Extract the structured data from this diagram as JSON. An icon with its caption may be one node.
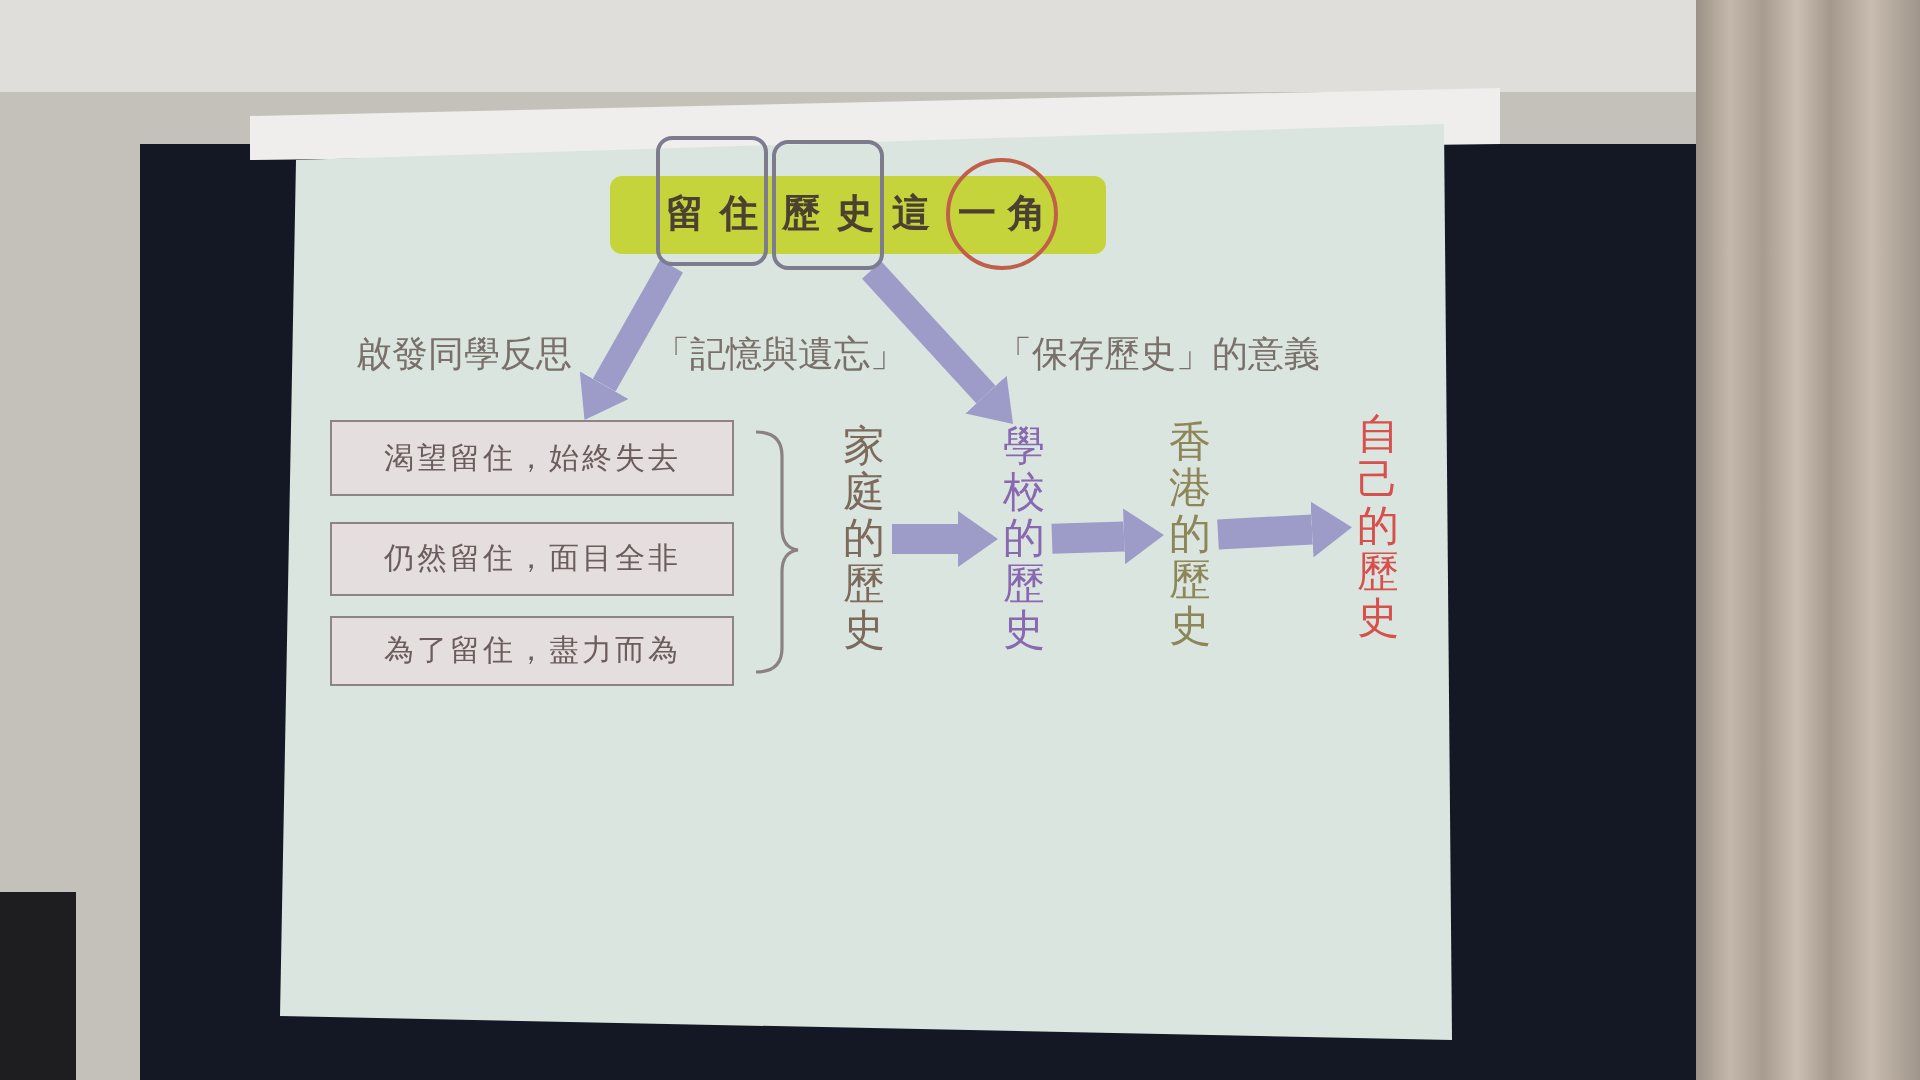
{
  "diagram": {
    "nodes": [
      {
        "text": [
          "這"
        ]
      },
      {
        "text": [
          "留住"
        ]
      },
      {
        "text": [
          "歷史"
        ]
      },
      {
        "text": [
          "一角"
        ]
      },
      {
        "text": [
          "渴望留住，始終失去"
        ]
      },
      {
        "text": [
          "仍然留住，面目全非"
        ]
      },
      {
        "text": [
          "為了留住，盡力而為"
        ]
      },
      {
        "text": [
          "家庭的歷史"
        ]
      },
      {
        "text": [
          "學校的歷史"
        ]
      },
      {
        "text": [
          "香港的歷史"
        ]
      },
      {
        "text": [
          "自己的歷史"
        ]
      }
    ],
    "edges": [
      {
        "from": 1,
        "to": 4,
        "arrow": "to"
      },
      {
        "from": 2,
        "to": 8,
        "arrow": "to"
      },
      {
        "from": 7,
        "to": 8,
        "arrow": "to"
      },
      {
        "from": 8,
        "to": 9,
        "arrow": "to"
      },
      {
        "from": 9,
        "to": 10,
        "arrow": "to"
      }
    ],
    "labels": [
      "啟發同學反思",
      "「記憶與遺忘」",
      "「保存歷史」的意義"
    ]
  }
}
